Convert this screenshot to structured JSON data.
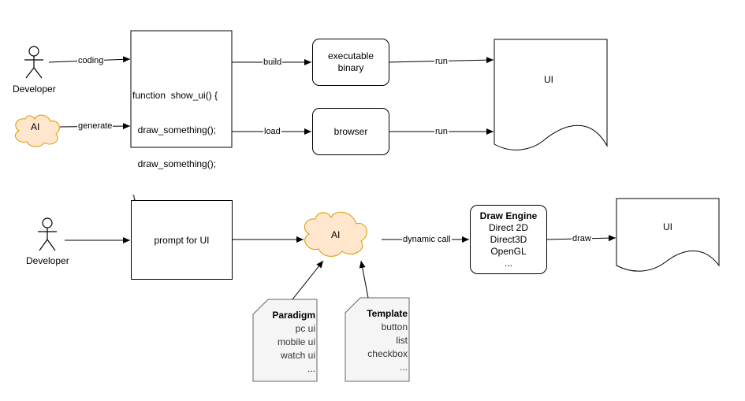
{
  "top": {
    "actor_label": "Developer",
    "ai_label": "AI",
    "edge_coding": "coding",
    "edge_generate": "generate",
    "code_lines": [
      "function  show_ui() {",
      "  draw_something();",
      "  draw_something();",
      "}"
    ],
    "edge_build": "build",
    "edge_load": "load",
    "exec_line1": "executable",
    "exec_line2": "binary",
    "browser": "browser",
    "edge_run1": "run",
    "edge_run2": "run",
    "ui": "UI"
  },
  "bottom": {
    "actor_label": "Developer",
    "prompt": "prompt for UI",
    "ai_label": "AI",
    "edge_dynamic_call": "dynamic call",
    "engine_title": "Draw Engine",
    "engine_items": [
      "Direct 2D",
      "Direct3D",
      "OpenGL",
      "..."
    ],
    "edge_draw": "draw",
    "ui": "UI",
    "paradigm_title": "Paradigm",
    "paradigm_items": [
      "pc ui",
      "mobile ui",
      "watch ui",
      "..."
    ],
    "template_title": "Template",
    "template_items": [
      "button",
      "list",
      "checkbox",
      "..."
    ]
  },
  "colors": {
    "cloud_fill": "#ffe6cc",
    "cloud_stroke": "#d79b00",
    "note_fill": "#f5f5f5",
    "note_stroke": "#666666"
  }
}
